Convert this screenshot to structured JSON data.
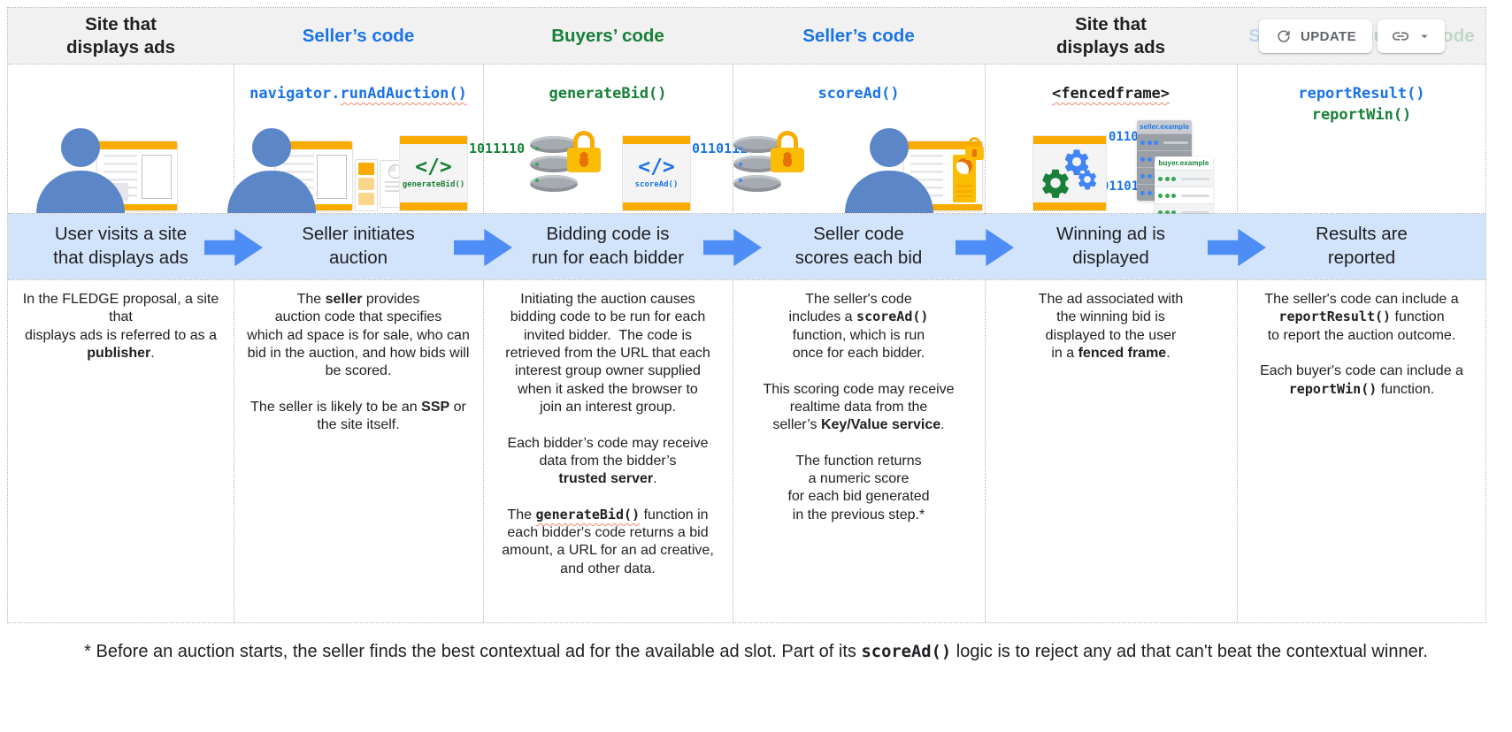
{
  "toolbar": {
    "update_label": "UPDATE"
  },
  "colors": {
    "blue": "#1a73e8",
    "green": "#188038",
    "header_bg": "#f1f1f1",
    "banner_bg": "#d2e3fc",
    "arrow_blue": "#4e8df6",
    "accent_yellow": "#f9ab00",
    "squiggle": "#f08a6d"
  },
  "columns": [
    {
      "header_html": "Site that<br>displays ads",
      "code_html": "",
      "step_html": "User visits a site<br>that displays ads",
      "description_html": "In the FLEDGE proposal, a site that<br>displays ads is referred to as a<br><b>publisher</b>."
    },
    {
      "header_html": "Seller’s code",
      "code_html": "navigator.<span class=\"sq\">runAdAuction()</span>",
      "step_html": "Seller initiates<br>auction",
      "description_html": "The <b>seller</b> provides<br>auction code that specifies<br>which ad space is for sale, who can<br>bid in the auction, and how bids will<br>be scored.<br><br>The seller is likely to be an <b>SSP</b> or<br>the site itself."
    },
    {
      "header_html": "Buyers’ code",
      "code_html": "generateBid()",
      "step_html": "Bidding code is<br>run for each bidder",
      "description_html": "Initiating the auction causes<br>bidding code to be run for each<br>invited bidder.&nbsp; The code is<br>retrieved from the URL that each<br>interest group owner supplied<br>when it asked the browser to<br>join an interest group.<br><br>Each bidder’s code may receive<br>data from the bidder’s<br><b>trusted server</b>.<br><br>The <b class=\"mono sq\">generateBid()</b> function in<br>each bidder's code returns a bid<br>amount, a URL for an ad creative,<br>and other data."
    },
    {
      "header_html": "Seller’s code",
      "code_html": "scoreAd()",
      "step_html": "Seller code<br>scores each bid",
      "description_html": "The seller's code<br>includes a <b class=\"mono\">scoreAd()</b><br>function, which is run<br>once for each bidder.<br><br>This scoring code may receive<br>realtime data from the<br>seller’s <b>Key/Value service</b>.<br><br>The function returns<br>a numeric score<br>for each bid generated<br>in the previous step.*"
    },
    {
      "header_html": "Site that<br>displays ads",
      "code_html": "<span class=\"sq\">&lt;fencedframe&gt;</span>",
      "step_html": "Winning ad is<br>displayed",
      "description_html": "The ad associated with<br>the winning bid is<br>displayed to the user<br>in a <b>fenced frame</b>."
    },
    {
      "header_html": "<span class=\"ghost-blue\">Seller’s code</span><br><span class=\"ghost-green\">Buyer’s code</span>",
      "code_html": "<span class=\"blue\">reportResult()</span><br><span class=\"green\">reportWin()</span>",
      "step_html": "Results are<br>reported",
      "description_html": "The seller's code can include a<br><b class=\"mono\">reportResult()</b> function<br>to report the auction outcome.<br><br>Each buyer's code can include a<br><b class=\"mono\">reportWin()</b> function."
    }
  ],
  "icons": {
    "code_tag": "</>",
    "codebox_buyer_label": "generateBid()",
    "codebox_seller_label": "scoreAd()",
    "binary_buyer": "1011110",
    "binary_seller": "0110111",
    "binary_fenced_top": "0110111",
    "binary_fenced_bottom": "011011110",
    "server_seller_title": "seller.example",
    "server_buyer_title": "buyer.example"
  },
  "footnote_html": "* Before an auction starts, the seller finds the best contextual ad for the available ad slot. Part of its <b class=\"mono\">scoreAd()</b> logic is to reject any ad that can't beat the contextual winner."
}
